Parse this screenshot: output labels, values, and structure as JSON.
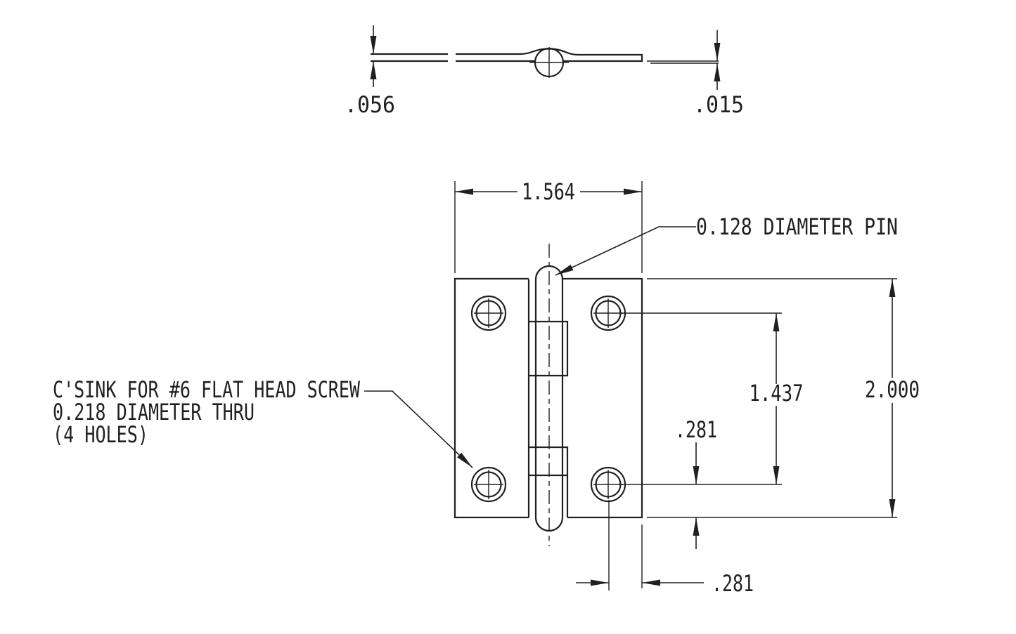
{
  "drawing_type": "hinge engineering drawing",
  "colors": {
    "line": "#202020",
    "background": "#ffffff"
  },
  "top_view": {
    "left_thickness": ".056",
    "right_thickness": ".015"
  },
  "front_view": {
    "width": "1.564",
    "pin_note": "0.128 DIAMETER PIN",
    "height": "2.000",
    "hole_spacing": "1.437",
    "hole_edge_offset_vertical": ".281",
    "hole_edge_offset_horizontal": ".281",
    "csink_note_line1": "C'SINK FOR #6 FLAT HEAD SCREW",
    "csink_note_line2": "0.218 DIAMETER THRU",
    "csink_note_line3": "(4 HOLES)"
  }
}
